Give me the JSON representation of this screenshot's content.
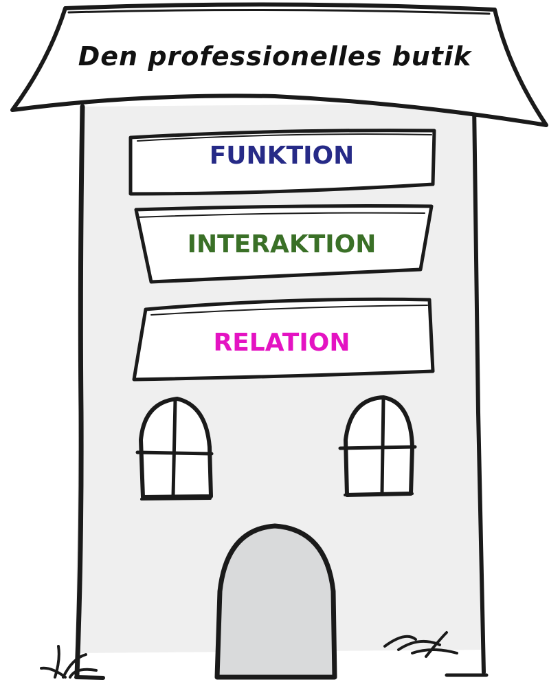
{
  "title": "Den professionelles butik",
  "banners": [
    {
      "label": "FUNKTION",
      "color": "#262a87"
    },
    {
      "label": "INTERAKTION",
      "color": "#3a7027"
    },
    {
      "label": "RELATION",
      "color": "#e413c2"
    }
  ]
}
